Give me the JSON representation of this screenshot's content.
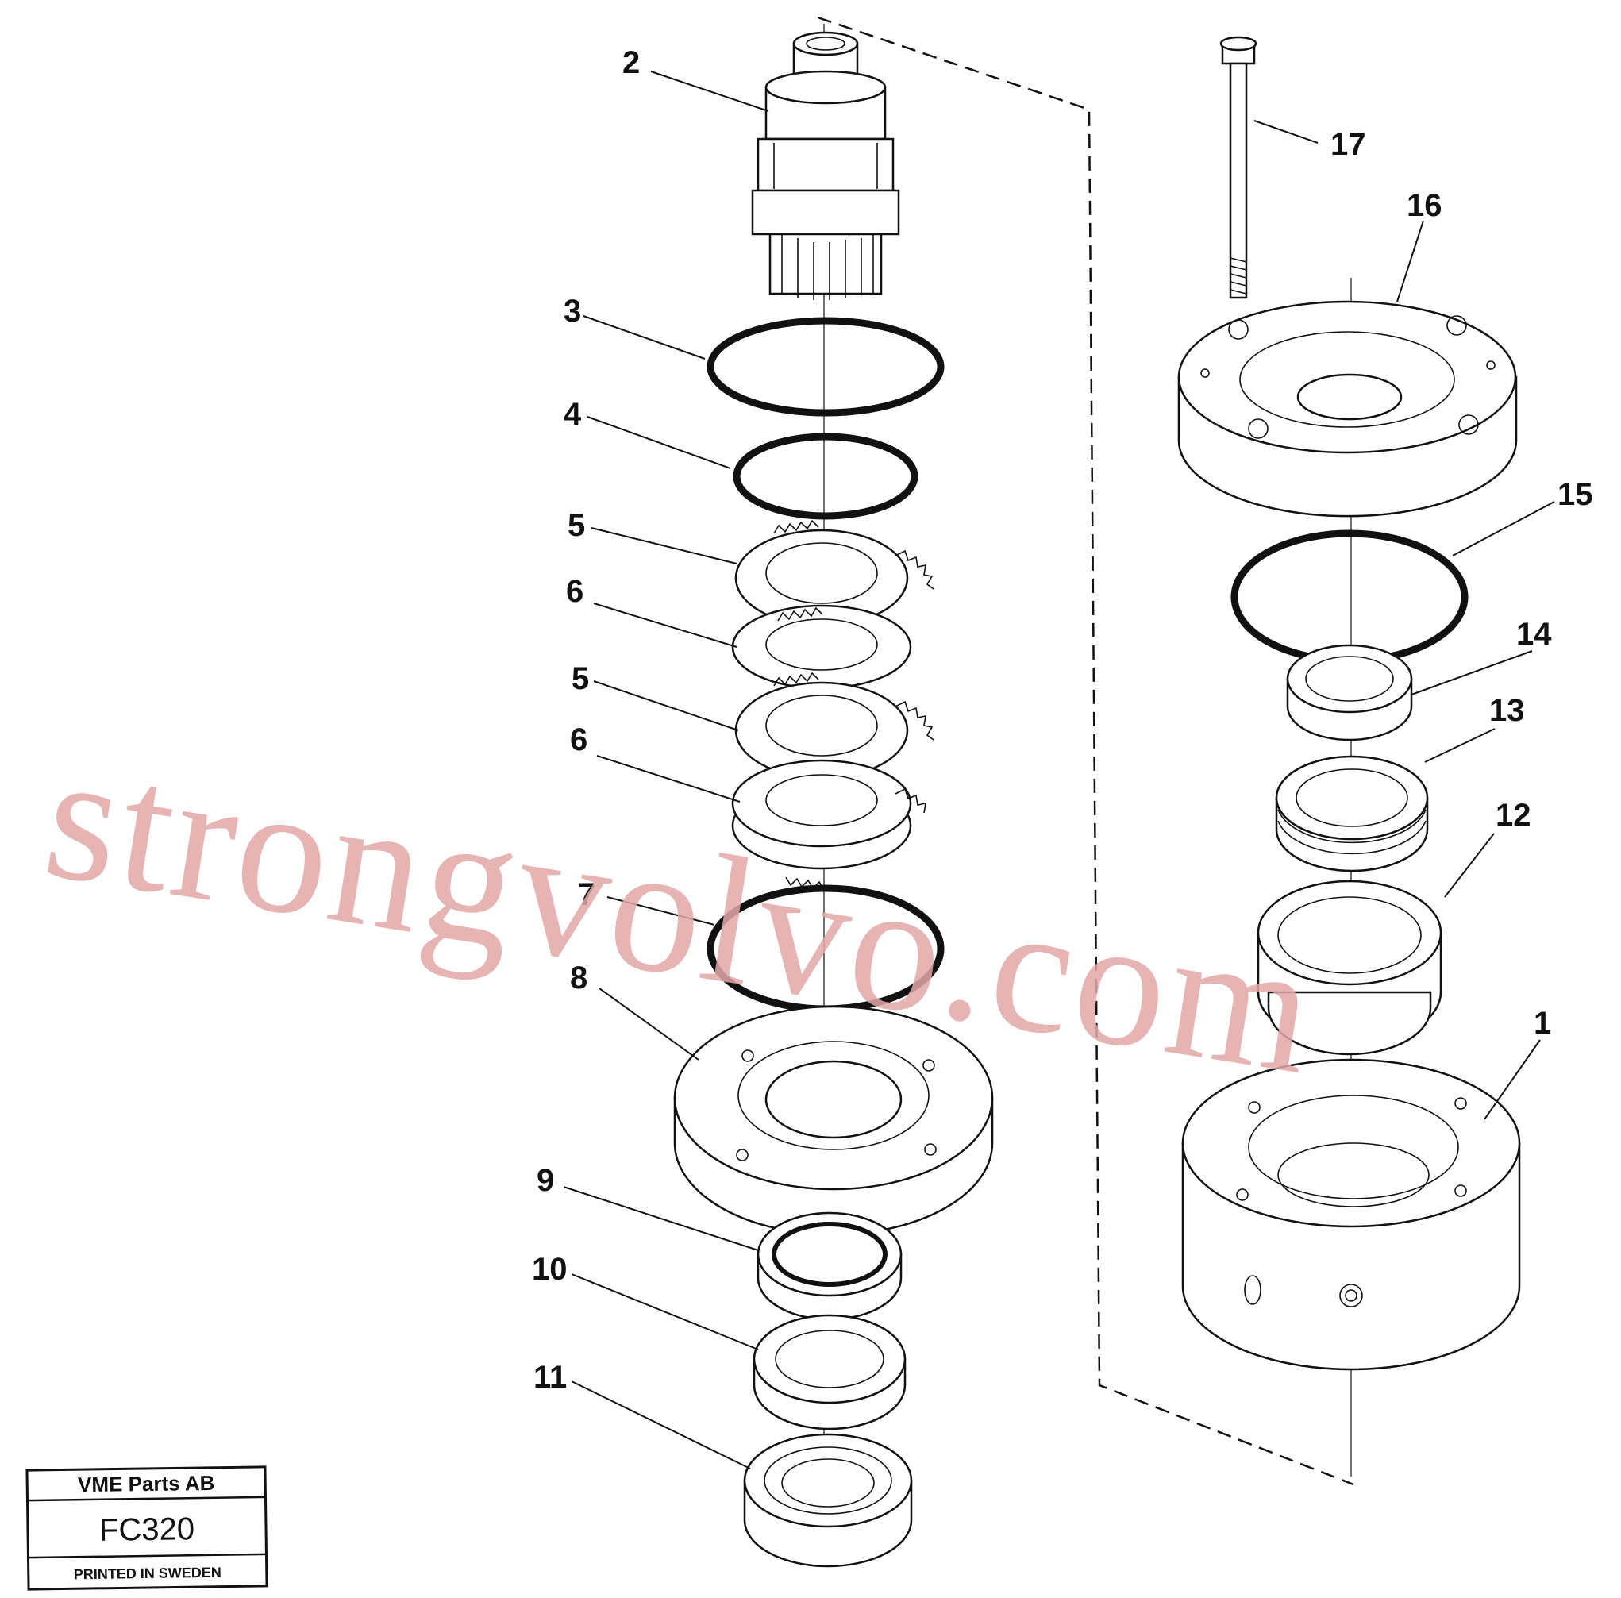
{
  "diagram": {
    "callouts": [
      {
        "id": "c2",
        "text": "2"
      },
      {
        "id": "c3",
        "text": "3"
      },
      {
        "id": "c4",
        "text": "4"
      },
      {
        "id": "c5a",
        "text": "5"
      },
      {
        "id": "c6a",
        "text": "6"
      },
      {
        "id": "c5b",
        "text": "5"
      },
      {
        "id": "c6b",
        "text": "6"
      },
      {
        "id": "c7",
        "text": "7"
      },
      {
        "id": "c8",
        "text": "8"
      },
      {
        "id": "c9",
        "text": "9"
      },
      {
        "id": "c10",
        "text": "10"
      },
      {
        "id": "c11",
        "text": "11"
      },
      {
        "id": "c17",
        "text": "17"
      },
      {
        "id": "c16",
        "text": "16"
      },
      {
        "id": "c15",
        "text": "15"
      },
      {
        "id": "c14",
        "text": "14"
      },
      {
        "id": "c13",
        "text": "13"
      },
      {
        "id": "c12",
        "text": "12"
      },
      {
        "id": "c1",
        "text": "1"
      }
    ],
    "watermark": "strongvolvo.com",
    "title_block": {
      "company": "VME Parts AB",
      "code": "FC320",
      "printed": "PRINTED IN SWEDEN"
    }
  }
}
